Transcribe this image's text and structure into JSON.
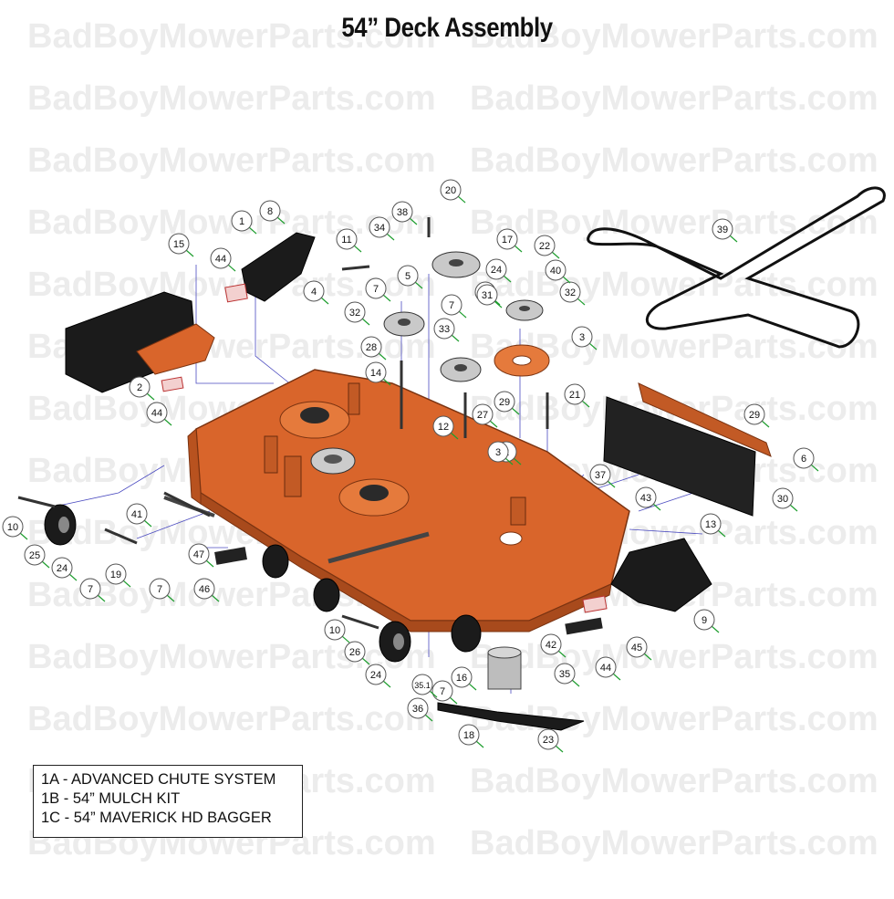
{
  "title": "54” Deck Assembly",
  "watermark": "BadBoyMowerParts.com",
  "legend": [
    "1A - ADVANCED CHUTE SYSTEM",
    "1B - 54” MULCH KIT",
    "1C - 54” MAVERICK HD BAGGER"
  ],
  "callouts": [
    "1",
    "2",
    "2",
    "3",
    "3",
    "4",
    "5",
    "6",
    "7",
    "7",
    "7",
    "7",
    "7",
    "8",
    "9",
    "10",
    "10",
    "11",
    "12",
    "13",
    "14",
    "15",
    "16",
    "17",
    "18",
    "19",
    "20",
    "21",
    "22",
    "23",
    "24",
    "24",
    "24",
    "25",
    "25",
    "26",
    "27",
    "28",
    "29",
    "29",
    "30",
    "31",
    "32",
    "32",
    "33",
    "34",
    "35",
    "35.1",
    "36",
    "37",
    "38",
    "39",
    "40",
    "41",
    "42",
    "43",
    "44",
    "44",
    "44",
    "45",
    "46",
    "47"
  ],
  "colors": {
    "deck": "#d9652b",
    "deck_dark": "#a84a1c",
    "black_part": "#1b1b1b",
    "callout_arrow": "#1f9e2f",
    "leader": "#3b3bb5",
    "watermark": "#ececec"
  }
}
